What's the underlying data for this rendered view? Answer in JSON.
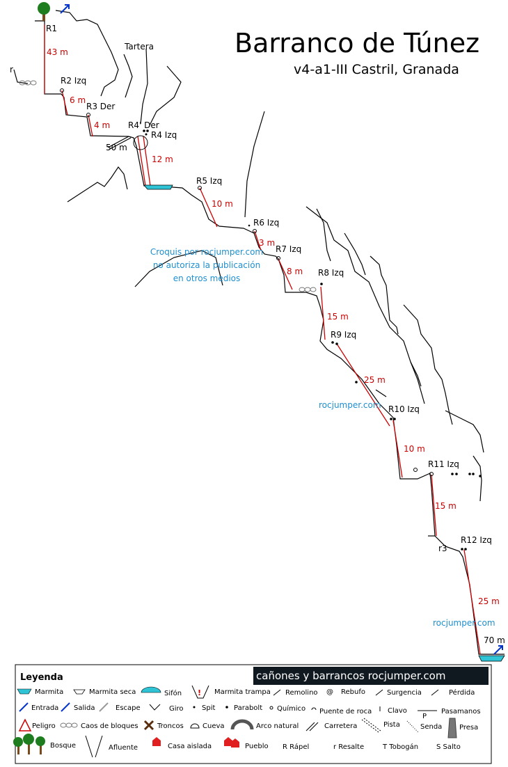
{
  "title": "Barranco de Túnez",
  "subtitle": "v4-a1-III Castril, Granada",
  "labels": {
    "r1": "R1",
    "tartera": "Tartera",
    "r_small": "r",
    "r2": "R2 Izq",
    "r3": "R3 Der",
    "r4prime": "R4' Der",
    "r4": "R4 Izq",
    "afluente_50m": "50 m",
    "r5": "R5 Izq",
    "r6": "R6 Izq",
    "r7": "R7 Izq",
    "r8": "R8 Izq",
    "r9": "R9 Izq",
    "r10": "R10 Izq",
    "r11": "R11 Izq",
    "r3_lower": "r3",
    "r12": "R12 Izq",
    "exit_70m": "70 m"
  },
  "lengths": {
    "r1": "43 m",
    "r2": "6 m",
    "r3": "4 m",
    "r4": "12 m",
    "r5": "10 m",
    "r6": "3 m",
    "r7": "8 m",
    "r8": "15 m",
    "r9": "25 m",
    "r10": "10 m",
    "r11": "15 m",
    "r12": "25 m"
  },
  "credits": {
    "line1": "Croquis por rocjumper.com",
    "line2": "no autoriza la publicación",
    "line3": "en otros medios",
    "watermark": "rocjumper.com"
  },
  "colors": {
    "rappel": "#cc0000",
    "water": "#2ec4d6",
    "credit": "#1e8fd0",
    "arrow": "#0033cc"
  },
  "legend": {
    "title": "Leyenda",
    "banner": "cañones y barrancos  rocjumper.com",
    "pasamanos_symbol": "P",
    "items": [
      "Marmita",
      "Marmita seca",
      "Sifón",
      "Marmita trampa",
      "Remolino",
      "Rebufo",
      "Surgencia",
      "Pérdida",
      "Entrada",
      "Salida",
      "Escape",
      "Giro",
      "Spit",
      "Parabolt",
      "Químico",
      "Puente de roca",
      "Clavo",
      "Pasamanos",
      "Peligro",
      "Caos de bloques",
      "Troncos",
      "Cueva",
      "Arco natural",
      "Carretera",
      "Pista",
      "Senda",
      "Presa",
      "Bosque",
      "Afluente",
      "Casa aislada",
      "Pueblo",
      "R Rápel",
      "r Resalte",
      "T Tobogán",
      "S Salto"
    ]
  }
}
